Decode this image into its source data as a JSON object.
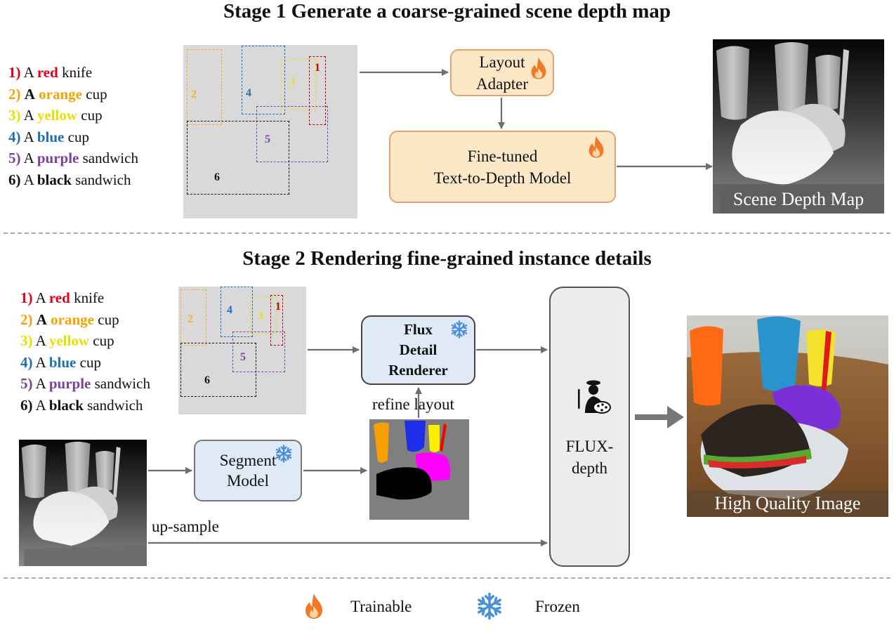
{
  "stage1": {
    "title": "Stage 1 Generate a coarse-grained scene depth map"
  },
  "stage2": {
    "title": "Stage 2 Rendering fine-grained instance details"
  },
  "prompts": [
    {
      "num": "1)",
      "pre": "A",
      "word": "red",
      "post": "knife",
      "color": "#e0001b"
    },
    {
      "num": "2)",
      "pre": "A",
      "word": "orange",
      "post": "cup",
      "color": "#f5a300"
    },
    {
      "num": "3)",
      "pre": "A",
      "word": "yellow",
      "post": "cup",
      "color": "#e6e000"
    },
    {
      "num": "4)",
      "pre": "A",
      "word": "blue",
      "post": "cup",
      "color": "#1f6fb5"
    },
    {
      "num": "5)",
      "pre": "A",
      "word": "purple",
      "post": "sandwich",
      "color": "#7b3fa0"
    },
    {
      "num": "6)",
      "pre": "A",
      "word": "black",
      "post": "sandwich",
      "color": "#111111"
    }
  ],
  "layout_boxes": [
    {
      "label": "1",
      "color": "#cc0000"
    },
    {
      "label": "2",
      "color": "#f0b030"
    },
    {
      "label": "3",
      "color": "#e8e020"
    },
    {
      "label": "4",
      "color": "#1f6fb5"
    },
    {
      "label": "5",
      "color": "#8a3fa8"
    },
    {
      "label": "6",
      "color": "#111111"
    }
  ],
  "modules": {
    "layout_adapter": [
      "Layout",
      "Adapter"
    ],
    "text_to_depth": [
      "Fine-tuned",
      "Text-to-Depth Model"
    ],
    "flux_detail": [
      "Flux",
      "Detail",
      "Renderer"
    ],
    "segment": [
      "Segment",
      "Model"
    ],
    "flux_depth": [
      "FLUX-",
      "depth"
    ]
  },
  "labels": {
    "scene_depth_map": "Scene Depth Map",
    "high_quality_image": "High Quality Image",
    "refine_layout": "refine layout",
    "up_sample": "up-sample"
  },
  "legend": {
    "trainable": "Trainable",
    "frozen": "Frozen"
  },
  "colors": {
    "trainable_fill": "#fce8c6",
    "frozen_fill": "#dfeaf6",
    "flame": "#f07a2a",
    "snowflake": "#4a90d9"
  }
}
